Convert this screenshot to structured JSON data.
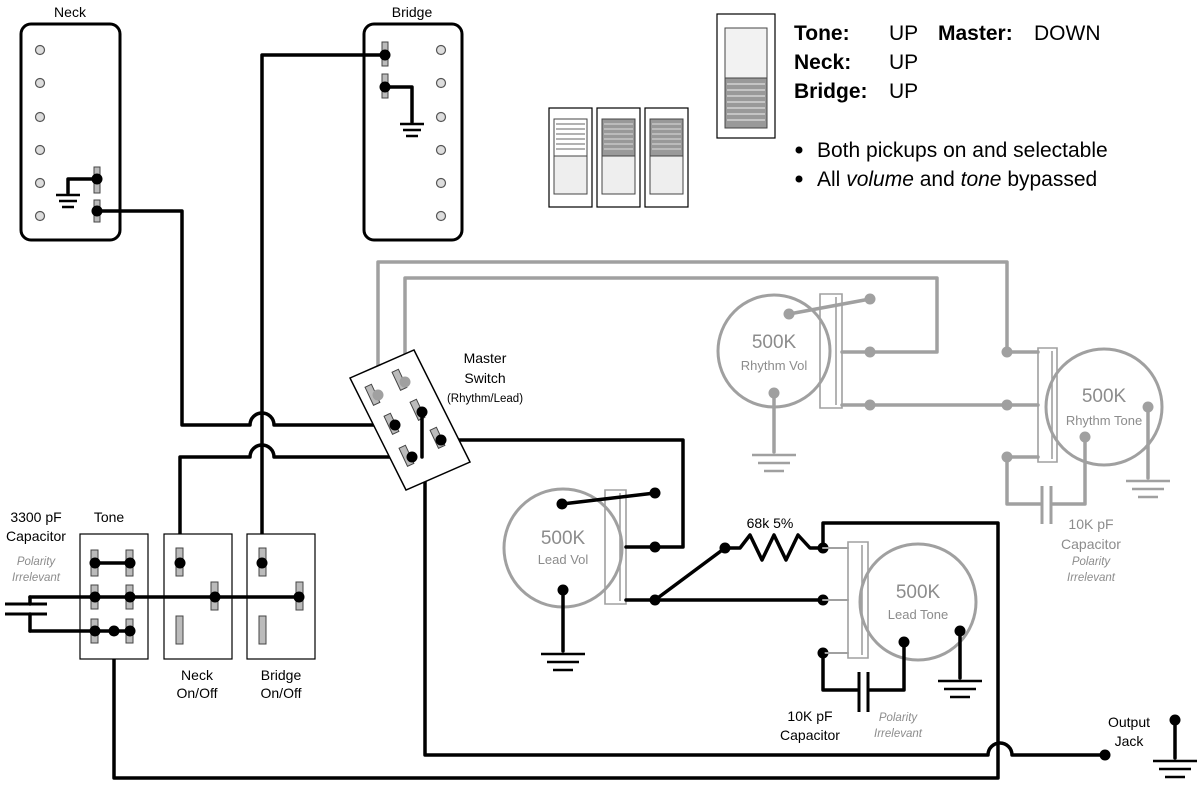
{
  "labels": {
    "neck_pickup": "Neck",
    "bridge_pickup": "Bridge",
    "master_switch_1": "Master",
    "master_switch_2": "Switch",
    "master_switch_3": "(Rhythm/Lead)",
    "tone_switch": "Tone",
    "neck_switch_1": "Neck",
    "neck_switch_2": "On/Off",
    "bridge_switch_1": "Bridge",
    "bridge_switch_2": "On/Off",
    "cap3300_1": "3300 pF",
    "cap3300_2": "Capacitor",
    "polarity_1": "Polarity",
    "polarity_2": "Irrelevant",
    "rhythm_vol_value": "500K",
    "rhythm_vol_name": "Rhythm Vol",
    "rhythm_tone_value": "500K",
    "rhythm_tone_name": "Rhythm Tone",
    "lead_vol_value": "500K",
    "lead_vol_name": "Lead Vol",
    "lead_tone_value": "500K",
    "lead_tone_name": "Lead Tone",
    "resistor": "68k 5%",
    "rhythm_cap_1": "10K pF",
    "rhythm_cap_2": "Capacitor",
    "lead_cap_1": "10K pF",
    "lead_cap_2": "Capacitor",
    "output_1": "Output",
    "output_2": "Jack"
  },
  "legend": {
    "tone_label": "Tone:",
    "tone_value": "UP",
    "master_label": "Master:",
    "master_value": "DOWN",
    "neck_label": "Neck:",
    "neck_value": "UP",
    "bridge_label": "Bridge:",
    "bridge_value": "UP",
    "bullet1": "Both pickups on and selectable",
    "bullet2_a": "All ",
    "bullet2_b": "volume",
    "bullet2_c": " and ",
    "bullet2_d": "tone",
    "bullet2_e": " bypassed"
  },
  "colors": {
    "active_wire": "#000000",
    "inactive_wire": "#a0a0a0"
  }
}
